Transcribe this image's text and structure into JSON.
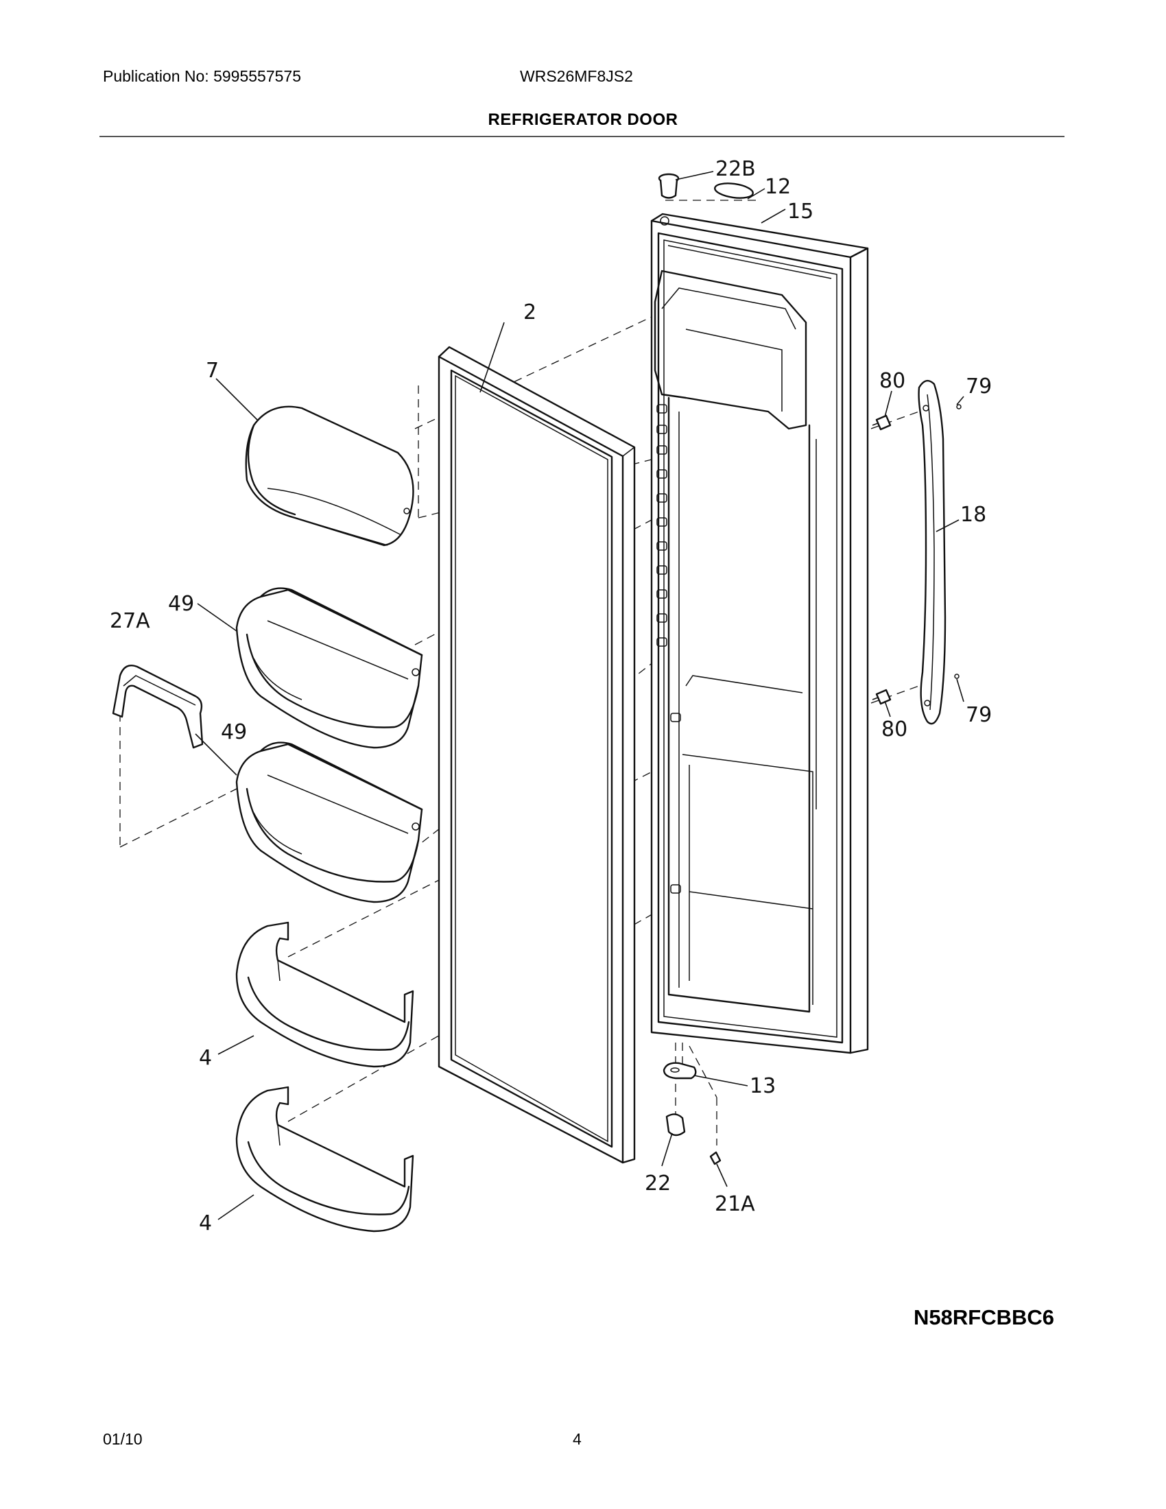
{
  "header": {
    "publication": "Publication No: 5995557575",
    "model": "WRS26MF8JS2",
    "title": "REFRIGERATOR DOOR"
  },
  "diagram": {
    "callouts": [
      "22B",
      "12",
      "15",
      "2",
      "7",
      "80",
      "79",
      "18",
      "49",
      "27A",
      "49",
      "80",
      "79",
      "4",
      "13",
      "22",
      "21A",
      "4"
    ]
  },
  "footer": {
    "code": "N58RFCBBC6",
    "date": "01/10",
    "page": "4"
  }
}
